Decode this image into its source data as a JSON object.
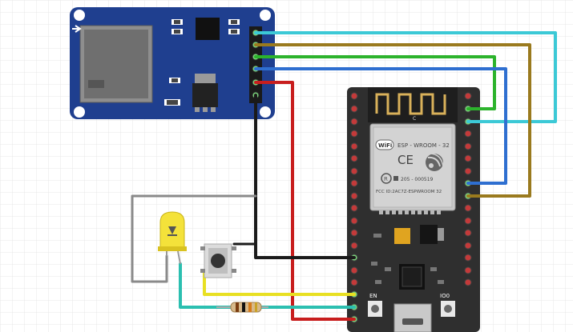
{
  "diagram": {
    "esp32": {
      "module_name": "ESP - WROOM - 32",
      "wifi_logo": "WiFi",
      "ce_mark": "CE",
      "fcc_line1": "205 - 000519",
      "fcc_line2": "FCC ID:2AC7Z-ESPWROOM 32",
      "en_label": "EN",
      "boot_label": "IO0",
      "r_mark": "R"
    },
    "components": [
      {
        "name": "sd-card-module",
        "icon": "microsd-card-module"
      },
      {
        "name": "esp32-devkit",
        "icon": "esp32-board"
      },
      {
        "name": "led",
        "icon": "yellow-led"
      },
      {
        "name": "push-button",
        "icon": "tactile-switch"
      },
      {
        "name": "resistor",
        "icon": "resistor"
      }
    ],
    "wire_colors": {
      "cyan": "#3cc9d6",
      "brown": "#9a7a1e",
      "green": "#2cb32c",
      "blue": "#2f6fd0",
      "red": "#c81e1e",
      "black": "#1a1a1a",
      "yellow": "#e8e022",
      "gray": "#8a8a8a",
      "teal": "#2bbfb0"
    },
    "board_colors": {
      "sd_module": "#1f3f8f",
      "esp32_board": "#2f2f2f",
      "module_shield": "#c9c9c9"
    }
  }
}
